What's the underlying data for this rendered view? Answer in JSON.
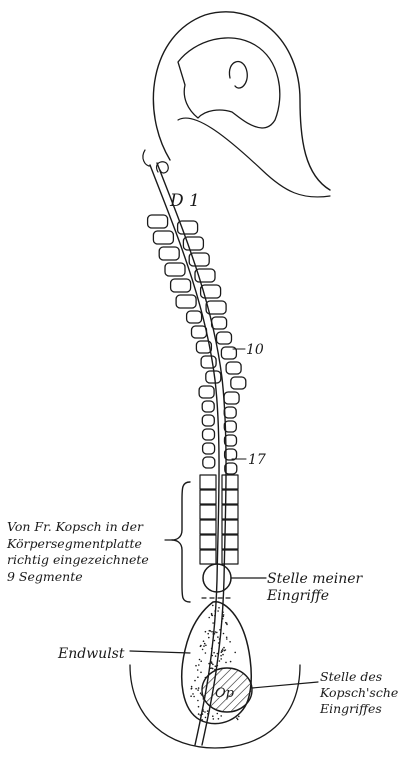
{
  "labels": {
    "d1": "D 1",
    "n10": "10",
    "n17": "17",
    "kopsch_line1": "Von Fr. Kopsch in der",
    "kopsch_line2": "Körpersegmentplatte",
    "kopsch_line3": "richtig eingezeichnete",
    "kopsch_line4": "9 Segmente",
    "stelle_meiner_1": "Stelle meiner",
    "stelle_meiner_2": "Eingriffe",
    "endwulst": "Endwulst",
    "op": "Op",
    "stelle_des_1": "Stelle des",
    "stelle_des_2": "Kopsch'schen",
    "stelle_des_3": "Eingriffes"
  },
  "colors": {
    "ink": "#1a1a1a",
    "paper": "#ffffff"
  }
}
